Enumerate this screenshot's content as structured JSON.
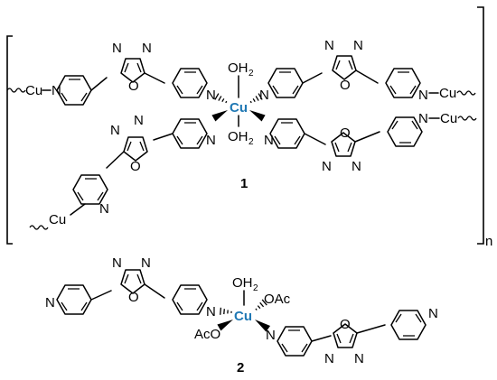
{
  "colors": {
    "copper": "#1f78b4",
    "ink": "#000000",
    "background": "#ffffff"
  },
  "atoms": {
    "cu": "Cu",
    "water": "OH",
    "water_sub": "2",
    "acetate_right": "OAc",
    "acetate_left": "AcO",
    "n": "N",
    "o": "O"
  },
  "compound1": {
    "label": "1",
    "repeat_subscript": "n"
  },
  "compound2": {
    "label": "2"
  }
}
